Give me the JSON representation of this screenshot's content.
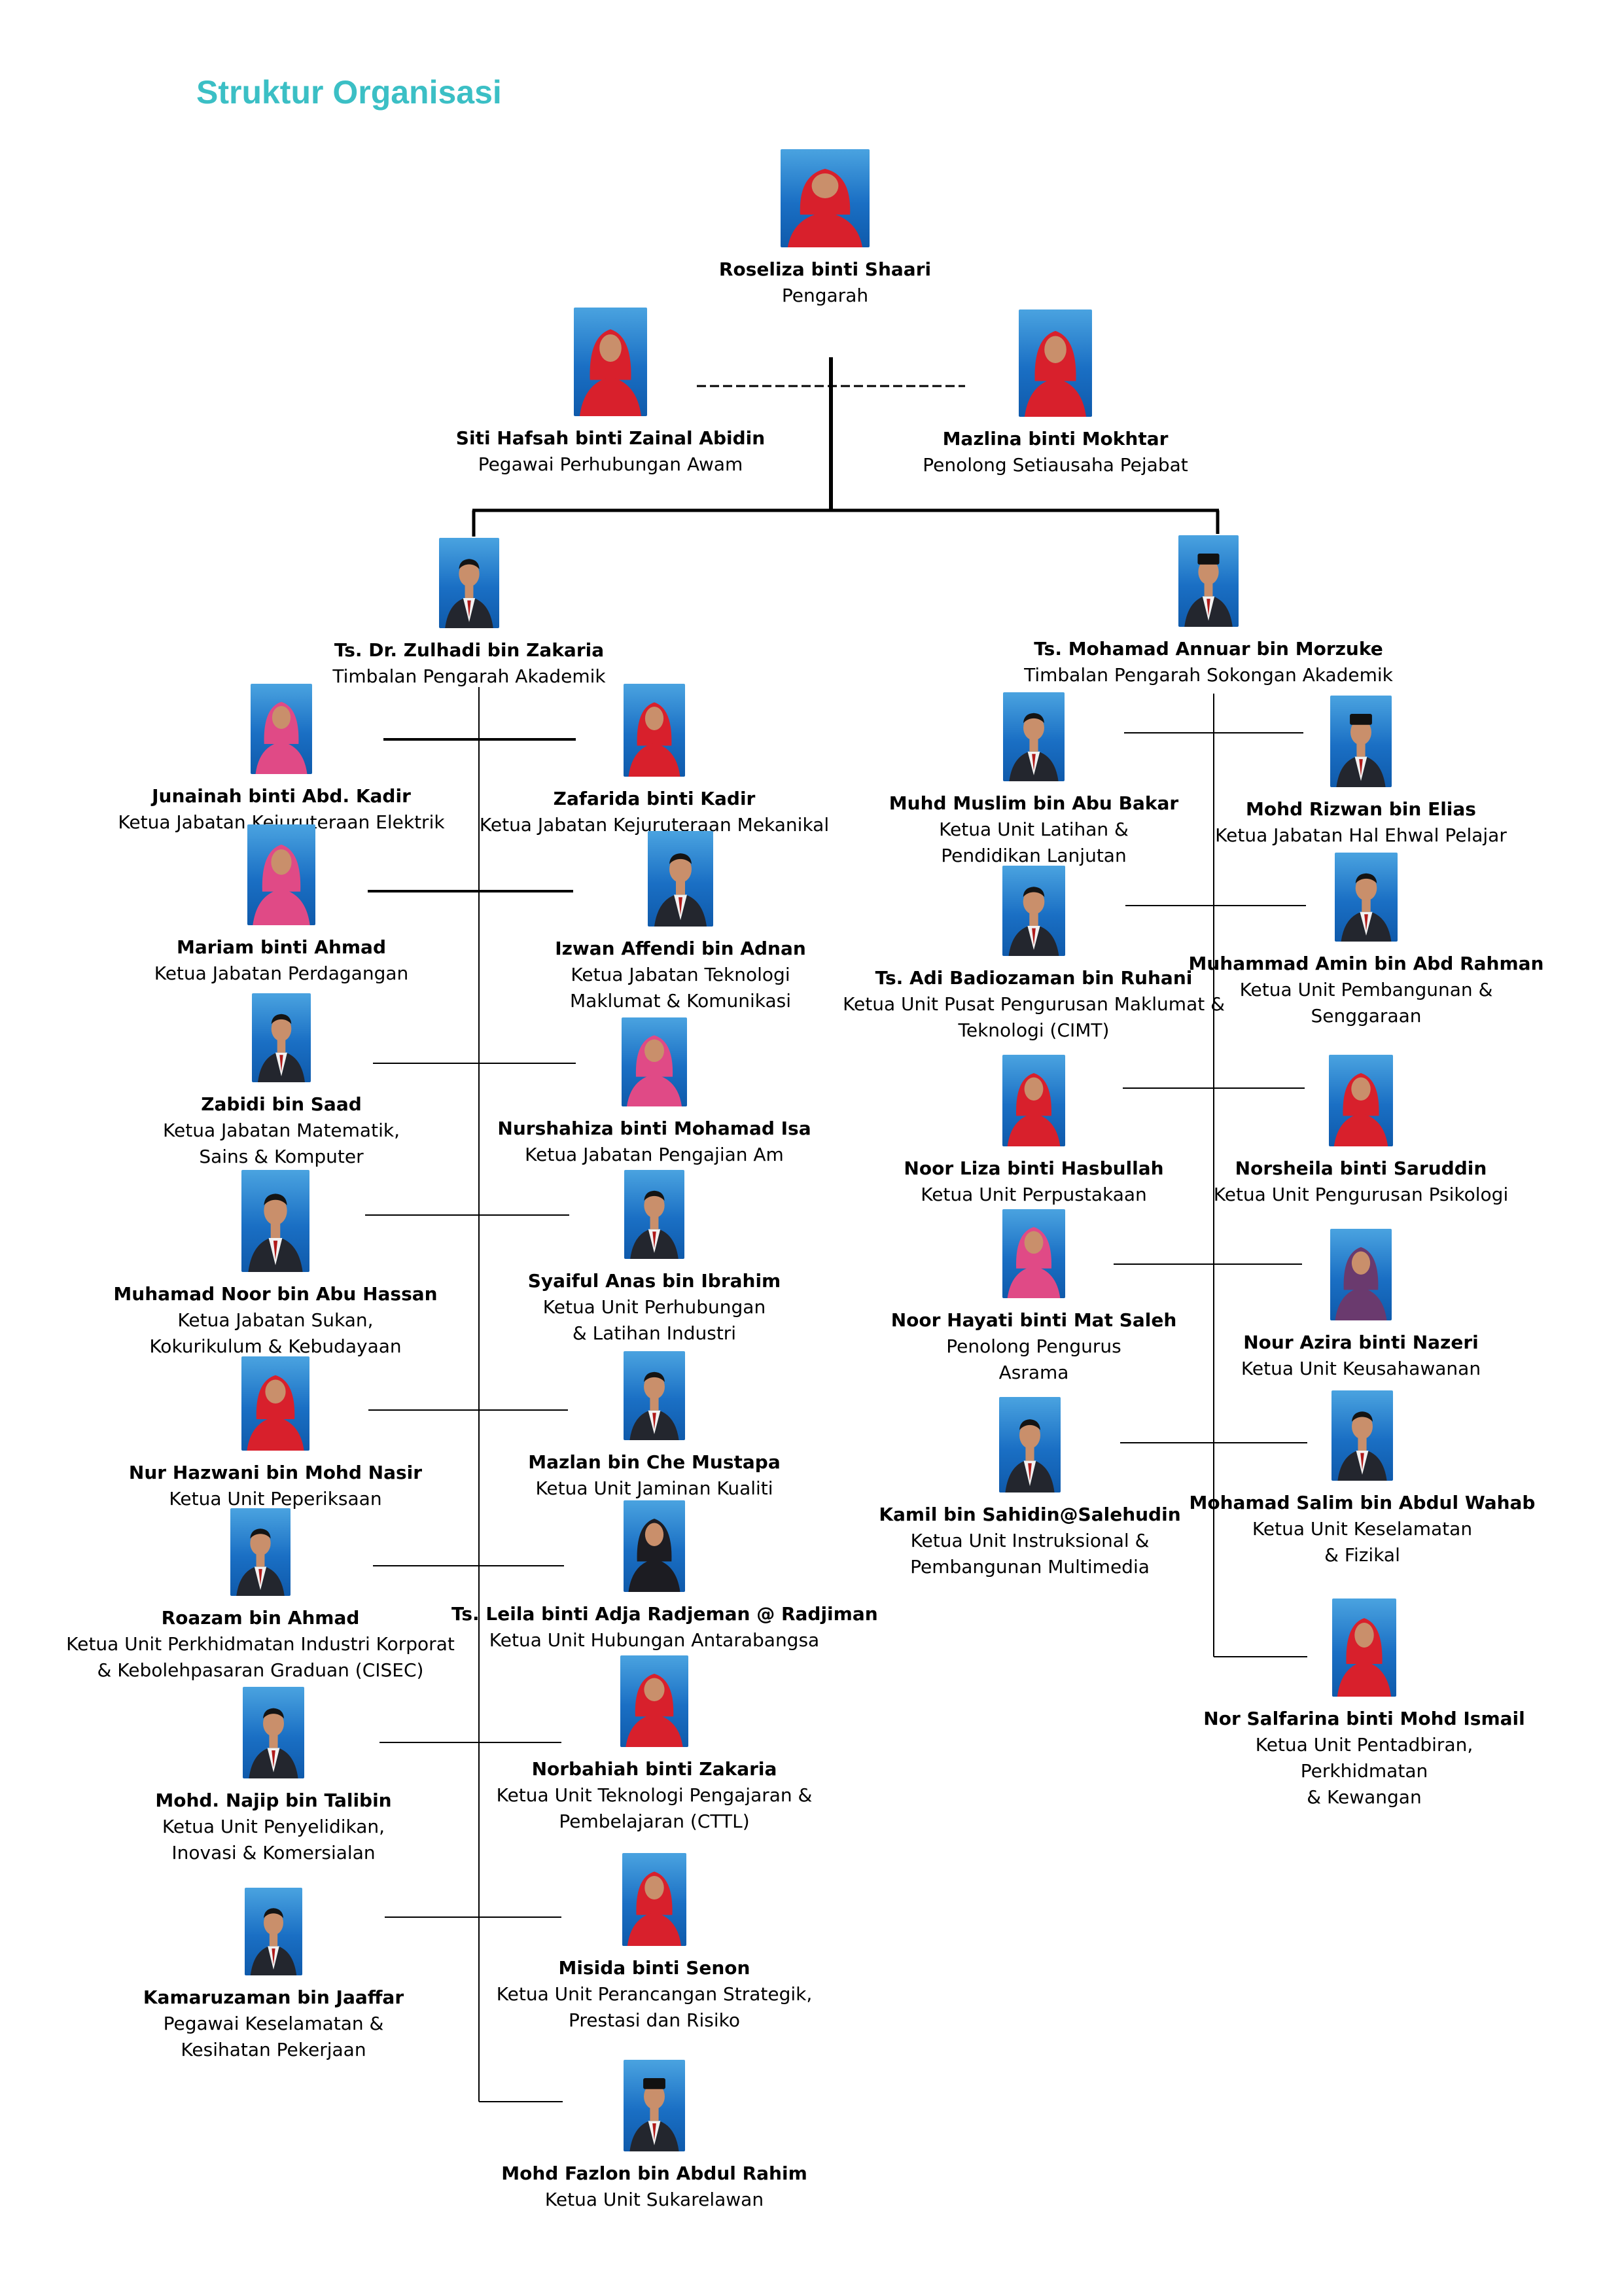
{
  "page": {
    "title": "Struktur Organisasi",
    "title_color": "#3bbfc5"
  },
  "people": {
    "pengarah": {
      "name": "Roseliza binti Shaari",
      "title": "Pengarah",
      "photo": "woman-red-hijab"
    },
    "perhubungan_awam": {
      "name": "Siti Hafsah binti Zainal Abidin",
      "title": "Pegawai Perhubungan Awam",
      "photo": "woman-red-hijab"
    },
    "setiausaha": {
      "name": "Mazlina binti Mokhtar",
      "title": "Penolong Setiausaha Pejabat",
      "photo": "woman-red-hijab"
    },
    "tp_akademik": {
      "name": "Ts. Dr. Zulhadi bin Zakaria",
      "title": "Timbalan Pengarah Akademik",
      "photo": "man"
    },
    "tp_sokongan": {
      "name": "Ts. Mohamad Annuar bin Morzuke",
      "title": "Timbalan Pengarah Sokongan Akademik",
      "photo": "man-songkok"
    },
    "junainah": {
      "name": "Junainah binti Abd. Kadir",
      "title": "Ketua Jabatan Kejuruteraan Elektrik",
      "photo": "woman-pink-hijab"
    },
    "zafarida": {
      "name": "Zafarida binti Kadir",
      "title": "Ketua Jabatan Kejuruteraan Mekanikal",
      "photo": "woman-red-hijab"
    },
    "mariam": {
      "name": "Mariam binti Ahmad",
      "title": "Ketua Jabatan Perdagangan",
      "photo": "woman-pink-hijab"
    },
    "izwan": {
      "name": "Izwan Affendi bin Adnan",
      "title": "Ketua  Jabatan  Teknologi\nMaklumat & Komunikasi",
      "photo": "man"
    },
    "zabidi": {
      "name": "Zabidi bin Saad",
      "title": "Ketua Jabatan Matematik,\nSains & Komputer",
      "photo": "man"
    },
    "nurshahiza": {
      "name": "Nurshahiza binti Mohamad Isa",
      "title": "Ketua Jabatan Pengajian Am",
      "photo": "woman-pink-hijab"
    },
    "muhamad_noor": {
      "name": "Muhamad Noor bin Abu Hassan",
      "title": "Ketua Jabatan Sukan,\nKokurikulum & Kebudayaan",
      "photo": "man"
    },
    "syaiful": {
      "name": "Syaiful Anas bin Ibrahim",
      "title": "Ketua Unit Perhubungan\n& Latihan Industri",
      "photo": "man"
    },
    "nur_hazwani": {
      "name": "Nur Hazwani bin Mohd Nasir",
      "title": "Ketua Unit Peperiksaan",
      "photo": "woman-red-hijab"
    },
    "mazlan": {
      "name": "Mazlan bin Che Mustapa",
      "title": "Ketua Unit Jaminan Kualiti",
      "photo": "man"
    },
    "roazam": {
      "name": "Roazam bin Ahmad",
      "title": "Ketua Unit Perkhidmatan Industri Korporat\n& Kebolehpasaran Graduan (CISEC)",
      "photo": "man"
    },
    "leila": {
      "name": "Ts. Leila binti Adja Radjeman @ Radjiman",
      "title": "Ketua Unit Hubungan Antarabangsa",
      "photo": "woman-black-hijab"
    },
    "najip": {
      "name": "Mohd.  Najip  bin  Talibin",
      "title": "Ketua  Unit  Penyelidikan,\nInovasi & Komersialan",
      "photo": "man"
    },
    "norbahiah": {
      "name": "Norbahiah binti Zakaria",
      "title": "Ketua Unit Teknologi Pengajaran &\nPembelajaran (CTTL)",
      "photo": "woman-red-hijab"
    },
    "kamaruzaman": {
      "name": "Kamaruzaman bin Jaaffar",
      "title": "Pegawai Keselamatan &\nKesihatan Pekerjaan",
      "photo": "man"
    },
    "misida": {
      "name": "Misida binti Senon",
      "title": "Ketua Unit Perancangan Strategik,\nPrestasi dan Risiko",
      "photo": "woman-red-hijab"
    },
    "fazlon": {
      "name": "Mohd Fazlon bin Abdul Rahim",
      "title": "Ketua Unit Sukarelawan",
      "photo": "man-songkok"
    },
    "muslim": {
      "name": "Muhd Muslim bin Abu Bakar",
      "title": "Ketua Unit Latihan     &\nPendidikan Lanjutan",
      "photo": "man"
    },
    "rizwan": {
      "name": "Mohd Rizwan bin Elias",
      "title": "Ketua Jabatan Hal Ehwal Pelajar",
      "photo": "man-songkok"
    },
    "adi": {
      "name": "Ts. Adi Badiozaman bin Ruhani",
      "title": "Ketua Unit Pusat Pengurusan Maklumat &\nTeknologi (CIMT)",
      "photo": "man"
    },
    "amin": {
      "name": "Muhammad Amin bin Abd Rahman",
      "title": "Ketua Unit Pembangunan    &\nSenggaraan",
      "photo": "man"
    },
    "noor_liza": {
      "name": "Noor Liza binti Hasbullah",
      "title": "Ketua Unit Perpustakaan",
      "photo": "woman-red-hijab"
    },
    "norsheila": {
      "name": "Norsheila binti Saruddin",
      "title": "Ketua Unit Pengurusan Psikologi",
      "photo": "woman-red-hijab"
    },
    "noor_hayati": {
      "name": "Noor Hayati binti Mat Saleh",
      "title": "Penolong Pengurus\nAsrama",
      "photo": "woman-pink-hijab"
    },
    "nour_azira": {
      "name": "Nour Azira binti Nazeri",
      "title": "Ketua Unit Keusahawanan",
      "photo": "woman-purple-hijab"
    },
    "kamil": {
      "name": "Kamil bin Sahidin@Salehudin",
      "title": "Ketua Unit Instruksional &\nPembangunan Multimedia",
      "photo": "man"
    },
    "salim": {
      "name": "Mohamad Salim bin Abdul Wahab",
      "title": "Ketua Unit Keselamatan\n& Fizikal",
      "photo": "man"
    },
    "salfarina": {
      "name": "Nor Salfarina binti Mohd Ismail",
      "title": "Ketua Unit Pentadbiran,\nPerkhidmatan\n& Kewangan",
      "photo": "woman-red-hijab"
    }
  }
}
